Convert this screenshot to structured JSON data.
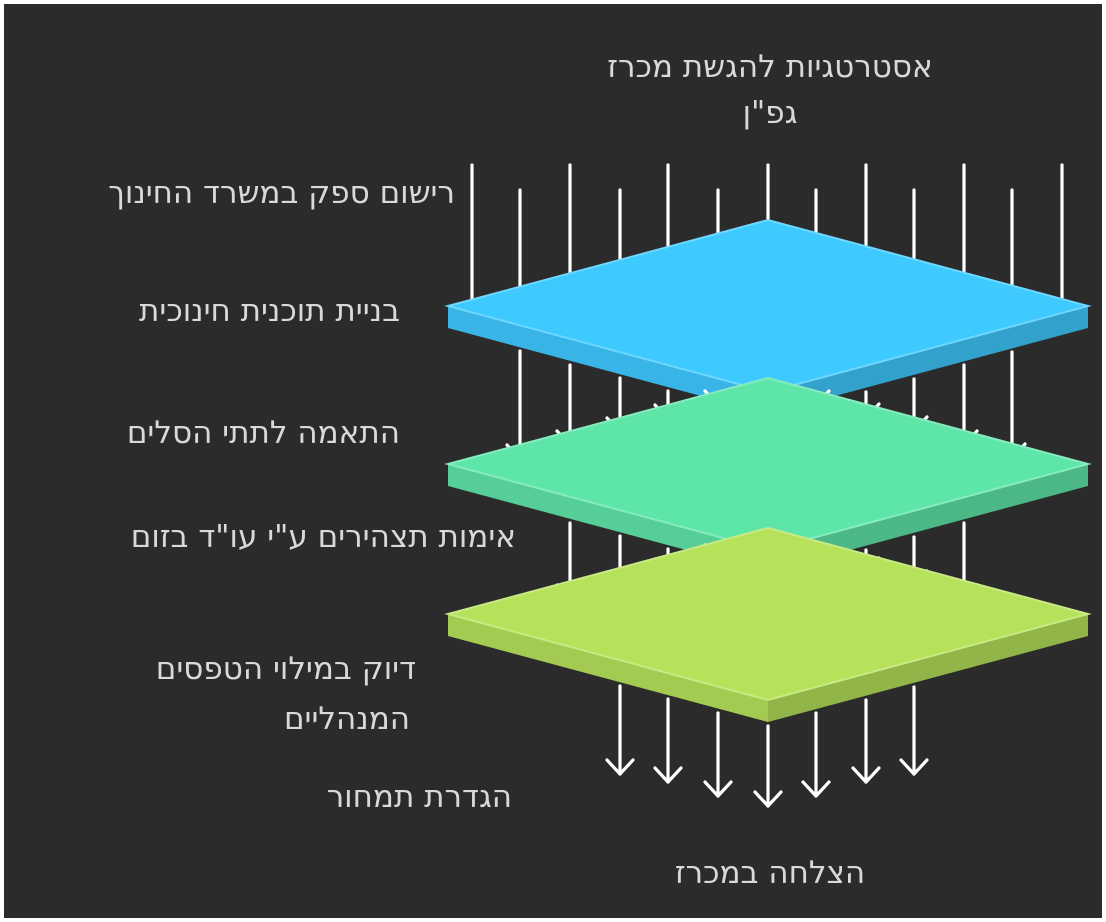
{
  "diagram": {
    "title_line1": "אסטרטגיות להגשת מכרז",
    "title_line2": "גפ\"ן",
    "bottom_label": "הצלחה במכרז",
    "labels": [
      "רישום ספק במשרד החינוך",
      "בניית תוכנית חינוכית",
      "התאמה לתתי הסלים",
      "אימות תצהירים ע\"י עו\"ד בזום",
      "דיוק במילוי הטפסים",
      "המנהליים",
      "הגדרת תמחור"
    ],
    "colors": {
      "background": "#2b2b2b",
      "text": "#d9d9d9",
      "arrow": "#ffffff",
      "layer_top": "#3ec9ff",
      "layer_middle": "#5ee6a8",
      "layer_bottom": "#b5e25a"
    }
  }
}
